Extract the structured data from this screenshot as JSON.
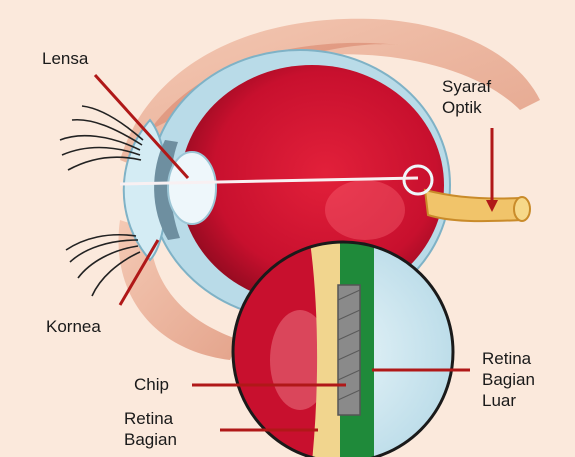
{
  "labels": {
    "lensa": "Lensa",
    "syaraf_line1": "Syaraf",
    "syaraf_line2": "Optik",
    "kornea": "Kornea",
    "chip": "Chip",
    "retina_luar_line1": "Retina",
    "retina_luar_line2": "Bagian",
    "retina_luar_line3": "Luar",
    "retina_dalam_line1": "Retina",
    "retina_dalam_line2": "Bagian"
  },
  "colors": {
    "background": "#fbe9dc",
    "pointer": "#b01818",
    "eyeball": "#c8102e",
    "sclera": "#b9dbe8",
    "chip": "#8a8a8a",
    "retina_outer": "#1f8a3a",
    "retina_inner": "#f1d58e"
  }
}
